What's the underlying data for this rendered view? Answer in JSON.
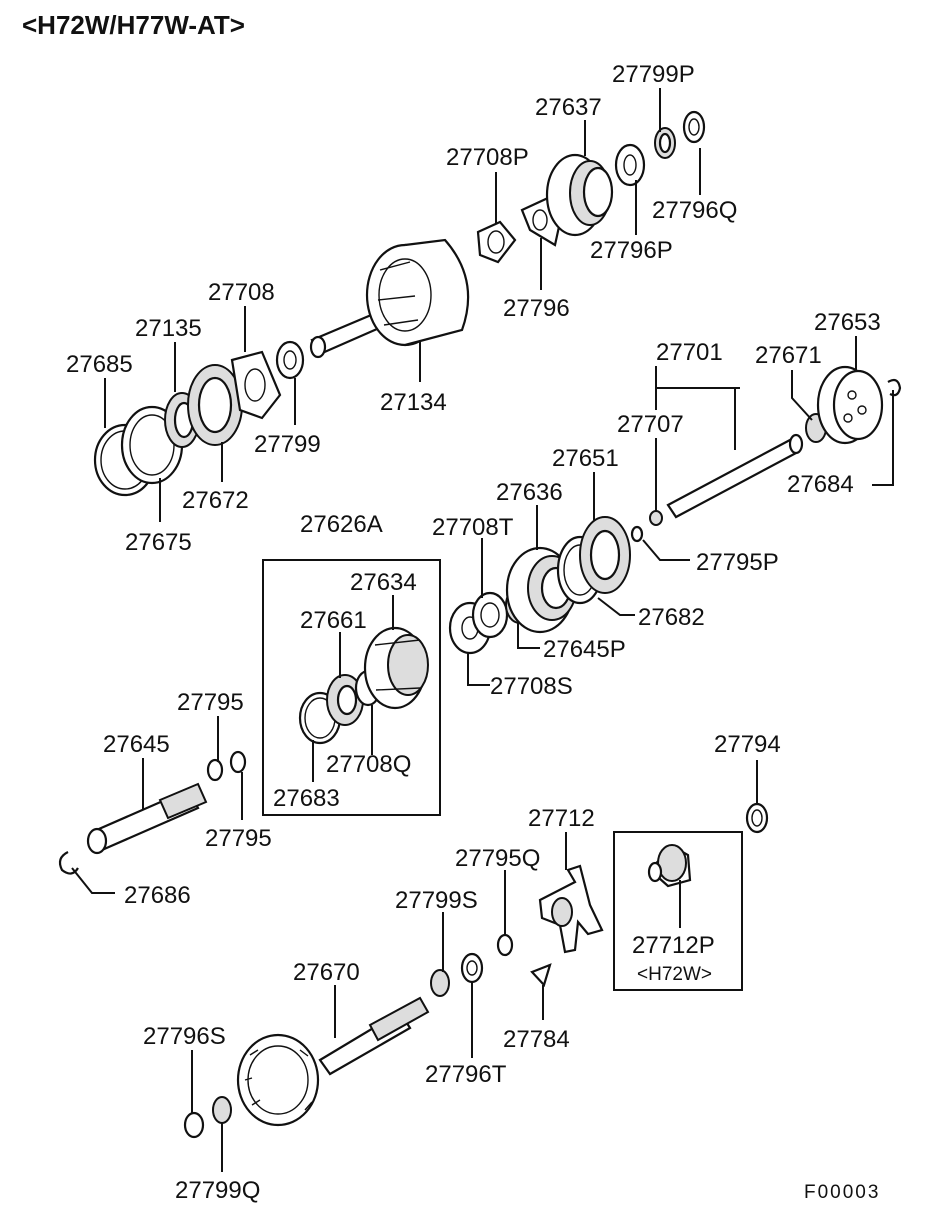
{
  "title": "<H72W/H77W-AT>",
  "figure_code": "F00003",
  "parts": {
    "p27799P": "27799P",
    "p27637": "27637",
    "p27708P": "27708P",
    "p27796Q": "27796Q",
    "p27796P": "27796P",
    "p27796": "27796",
    "p27708": "27708",
    "p27135": "27135",
    "p27685": "27685",
    "p27134": "27134",
    "p27799": "27799",
    "p27672": "27672",
    "p27675": "27675",
    "p27653": "27653",
    "p27701": "27701",
    "p27671": "27671",
    "p27707": "27707",
    "p27651": "27651",
    "p27684": "27684",
    "p27636": "27636",
    "p27708T": "27708T",
    "p27795P": "27795P",
    "p27682": "27682",
    "p27645P": "27645P",
    "p27708S": "27708S",
    "p27626A": "27626A",
    "p27634": "27634",
    "p27661": "27661",
    "p27708Q": "27708Q",
    "p27683": "27683",
    "p27795a": "27795",
    "p27795b": "27795",
    "p27645": "27645",
    "p27686": "27686",
    "p27794": "27794",
    "p27712": "27712",
    "p27795Q": "27795Q",
    "p27799S": "27799S",
    "p27670": "27670",
    "p27784": "27784",
    "p27796T": "27796T",
    "p27796S": "27796S",
    "p27799Q": "27799Q",
    "p27712P": "27712P",
    "h72w_note": "<H72W>"
  }
}
